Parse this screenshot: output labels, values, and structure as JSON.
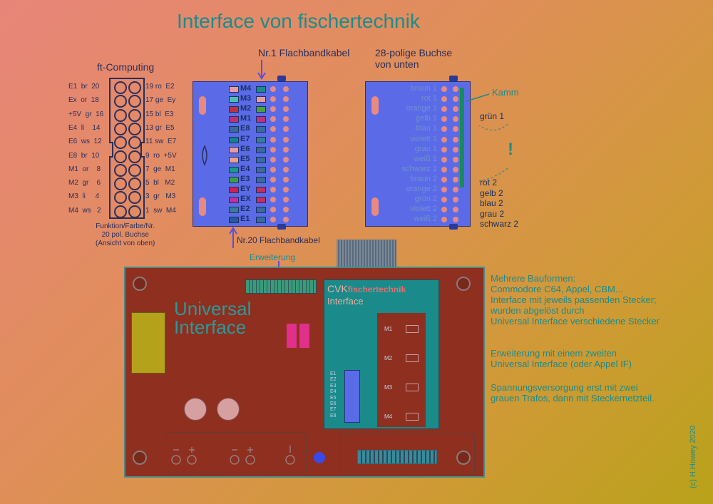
{
  "title": "Interface von fischertechnik",
  "ft_computing": {
    "heading": "ft-Computing",
    "left_labels": [
      "E1  br  20",
      "Ex  or  18",
      "+5V  gr  16",
      "E4  li    14",
      "E6  ws  12",
      "E8  br  10",
      "M1  or    8",
      "M2  gr    6",
      "M3  li     4",
      "M4  ws   2"
    ],
    "right_labels": [
      "19 ro  E2",
      "17 ge  Ey",
      "15 bl  E3",
      "13 gr  E5",
      "11 sw  E7",
      "9  ro  +5V",
      "7  ge  M1",
      "5  bl   M2",
      "3  gr   M3",
      "1  sw  M4"
    ],
    "caption": [
      "Funktion/Farbe/Nr.",
      "20 pol. Buchse",
      "(Ansicht von oben)"
    ]
  },
  "flachband": {
    "top_label": "Nr.1 Flachbandkabel",
    "bottom_label": "Nr.20 Flachbandkabel",
    "tags": [
      "M4",
      "M3",
      "M2",
      "M1",
      "E8",
      "E7",
      "E6",
      "E5",
      "E4",
      "E3",
      "EY",
      "EX",
      "E2",
      "E1"
    ],
    "left_colors": [
      "#e89aa0",
      "#4ac0b0",
      "#c03040",
      "#c03070",
      "#3a6a9a",
      "#1a8090",
      "#e89aa0",
      "#e8a090",
      "#1a9a8a",
      "#3aa040",
      "#d02050",
      "#c030a0",
      "#3a7a9a",
      "#2a5a9a"
    ],
    "right_colors": [
      "#1a8a8a",
      "#e89aa0",
      "#4aa040",
      "#c03080",
      "#3a6aa0",
      "#3a7a9a",
      "#3a6a9a",
      "#3a6aa0",
      "#3a6aa0",
      "#3a6aa0",
      "#c03060",
      "#c03060",
      "#3a6aa0",
      "#3a6aa0"
    ]
  },
  "buchse": {
    "label": [
      "28-polige Buchse",
      "von unten"
    ],
    "colors": [
      "braun 1",
      "rot 1",
      "orange 1",
      "gelb 1",
      "blau 1",
      "violett 1",
      "grau 1",
      "weiß 1",
      "schwarz 1",
      "braun 2",
      "orange 2",
      "grün 2",
      "violett 2",
      "weiß 2"
    ],
    "side_labels": {
      "kamm": "Kamm",
      "gruen1": "grün 1",
      "exclaim": "!",
      "bottom": [
        "rot 2",
        "gelb 2",
        "blau 2",
        "grau 2",
        "schwarz 2"
      ]
    }
  },
  "board": {
    "erweiterung": "Erweiterung",
    "universal": [
      "Universal",
      "Interface"
    ],
    "cvk_title": "CVK",
    "cvk_brand": "fischertechnik",
    "cvk_sub": "Interface",
    "motor_labels": [
      "M1",
      "M2",
      "M3",
      "M4"
    ],
    "input_labels": [
      "E1",
      "E2",
      "E3",
      "E4",
      "E5",
      "E6",
      "E7",
      "E8"
    ]
  },
  "info": {
    "block1": [
      "Mehrere Bauformen:",
      "Commodore C64, Appel, CBM...",
      "Interface mit jeweils passenden Stecker;",
      "wurden abgelöst durch",
      "Universal Interface verschiedene Stecker"
    ],
    "block2": [
      "Erweiterung mit einem zweiten",
      "Universal Interface (oder Appel IF)"
    ],
    "block3": [
      "Spannungsversorgung erst mit zwei",
      "grauen Trafos, dann mit Steckernetzteil."
    ]
  },
  "copyright": "(c) H.Howey  2020",
  "colors": {
    "accent": "#1b8c8c",
    "board": "#8e2f1f",
    "connector_blue": "#5b6be8"
  }
}
